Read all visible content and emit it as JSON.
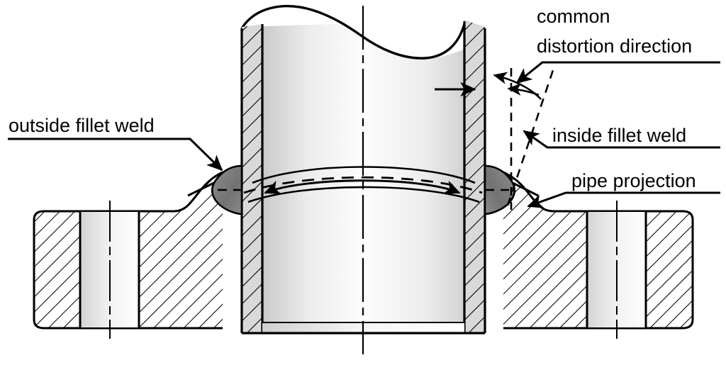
{
  "figure": {
    "title": "Slip-on flange with fillet welds — weld distortion diagram",
    "background_color": "#ffffff",
    "line_color": "#000000",
    "weld_fill_color": "#7c7c7c",
    "metal_light": "#f2f2f2",
    "metal_mid": "#dcdcdc"
  },
  "labels": {
    "outside_fillet_weld": "outside fillet weld",
    "common_line1": "common",
    "common_line2": "distortion direction",
    "inside_fillet_weld": "inside fillet weld",
    "pipe_projection": "pipe projection"
  },
  "parts": {
    "pipe": "pipe",
    "flange": "flange",
    "outside_weld_bead": "outside fillet weld bead",
    "inside_weld_bead": "inside fillet weld bead",
    "centerline": "center axis",
    "bolt_hole_left": "left bolt hole",
    "bolt_hole_right": "right bolt hole",
    "distortion_arc": "distortion direction arc",
    "weld_root_arc": "weld root circumference arc"
  }
}
